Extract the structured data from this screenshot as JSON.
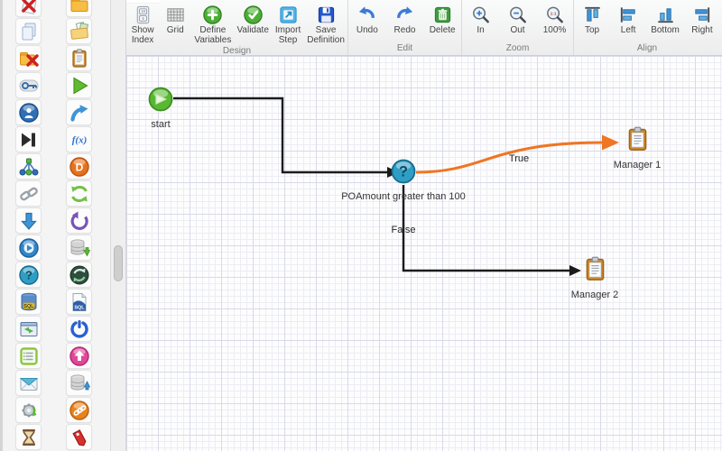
{
  "toolbar": {
    "groups": [
      {
        "label": "Design",
        "buttons": [
          {
            "label": "Show\nIndex",
            "icon": "show-index"
          },
          {
            "label": "Grid",
            "icon": "grid"
          },
          {
            "label": "Define\nVariables",
            "icon": "plus-sphere"
          },
          {
            "label": "Validate",
            "icon": "check-sphere"
          },
          {
            "label": "Import\nStep",
            "icon": "import-step"
          },
          {
            "label": "Save\nDefinition",
            "icon": "save-floppy"
          }
        ]
      },
      {
        "label": "Edit",
        "buttons": [
          {
            "label": "Undo",
            "icon": "undo"
          },
          {
            "label": "Redo",
            "icon": "redo"
          },
          {
            "label": "Delete",
            "icon": "delete-trash"
          }
        ]
      },
      {
        "label": "Zoom",
        "buttons": [
          {
            "label": "In",
            "icon": "zoom-in"
          },
          {
            "label": "Out",
            "icon": "zoom-out"
          },
          {
            "label": "100%",
            "icon": "zoom-100"
          }
        ]
      },
      {
        "label": "Align",
        "buttons": [
          {
            "label": "Top",
            "icon": "align-top"
          },
          {
            "label": "Left",
            "icon": "align-left"
          },
          {
            "label": "Bottom",
            "icon": "align-bottom"
          },
          {
            "label": "Right",
            "icon": "align-right"
          }
        ]
      }
    ]
  },
  "sidebar": {
    "items": [
      {
        "icon": "delete-document"
      },
      {
        "icon": "folder"
      },
      {
        "icon": "copy-documents"
      },
      {
        "icon": "folder-images"
      },
      {
        "icon": "folder-delete"
      },
      {
        "icon": "clipboard"
      },
      {
        "icon": "key"
      },
      {
        "icon": "play"
      },
      {
        "icon": "user-sphere"
      },
      {
        "icon": "upload-arrow"
      },
      {
        "icon": "end-step"
      },
      {
        "icon": "function-fx"
      },
      {
        "icon": "hierarchy"
      },
      {
        "icon": "d-coin"
      },
      {
        "icon": "chain-link"
      },
      {
        "icon": "refresh-recycle"
      },
      {
        "icon": "download-arrow"
      },
      {
        "icon": "rotate-back"
      },
      {
        "icon": "go-sphere"
      },
      {
        "icon": "db-export"
      },
      {
        "icon": "question-sphere"
      },
      {
        "icon": "sync-sphere"
      },
      {
        "icon": "sql-database"
      },
      {
        "icon": "sql-document"
      },
      {
        "icon": "app-window"
      },
      {
        "icon": "power"
      },
      {
        "icon": "list-form"
      },
      {
        "icon": "pink-up-sphere"
      },
      {
        "icon": "mail-envelope"
      },
      {
        "icon": "db-import"
      },
      {
        "icon": "gear-refresh"
      },
      {
        "icon": "orange-links-sphere"
      },
      {
        "icon": "hourglass"
      },
      {
        "icon": "red-tag"
      }
    ]
  },
  "canvas": {
    "nodes": [
      {
        "label": "start"
      },
      {
        "label": "POAmount greater than 100"
      },
      {
        "label": "Manager 1"
      },
      {
        "label": "Manager 2"
      }
    ],
    "edge_labels": {
      "true_label": "True",
      "false_label": "False"
    }
  },
  "colors": {
    "edge": "#1b1b1b",
    "true_edge": "#ef7622"
  }
}
